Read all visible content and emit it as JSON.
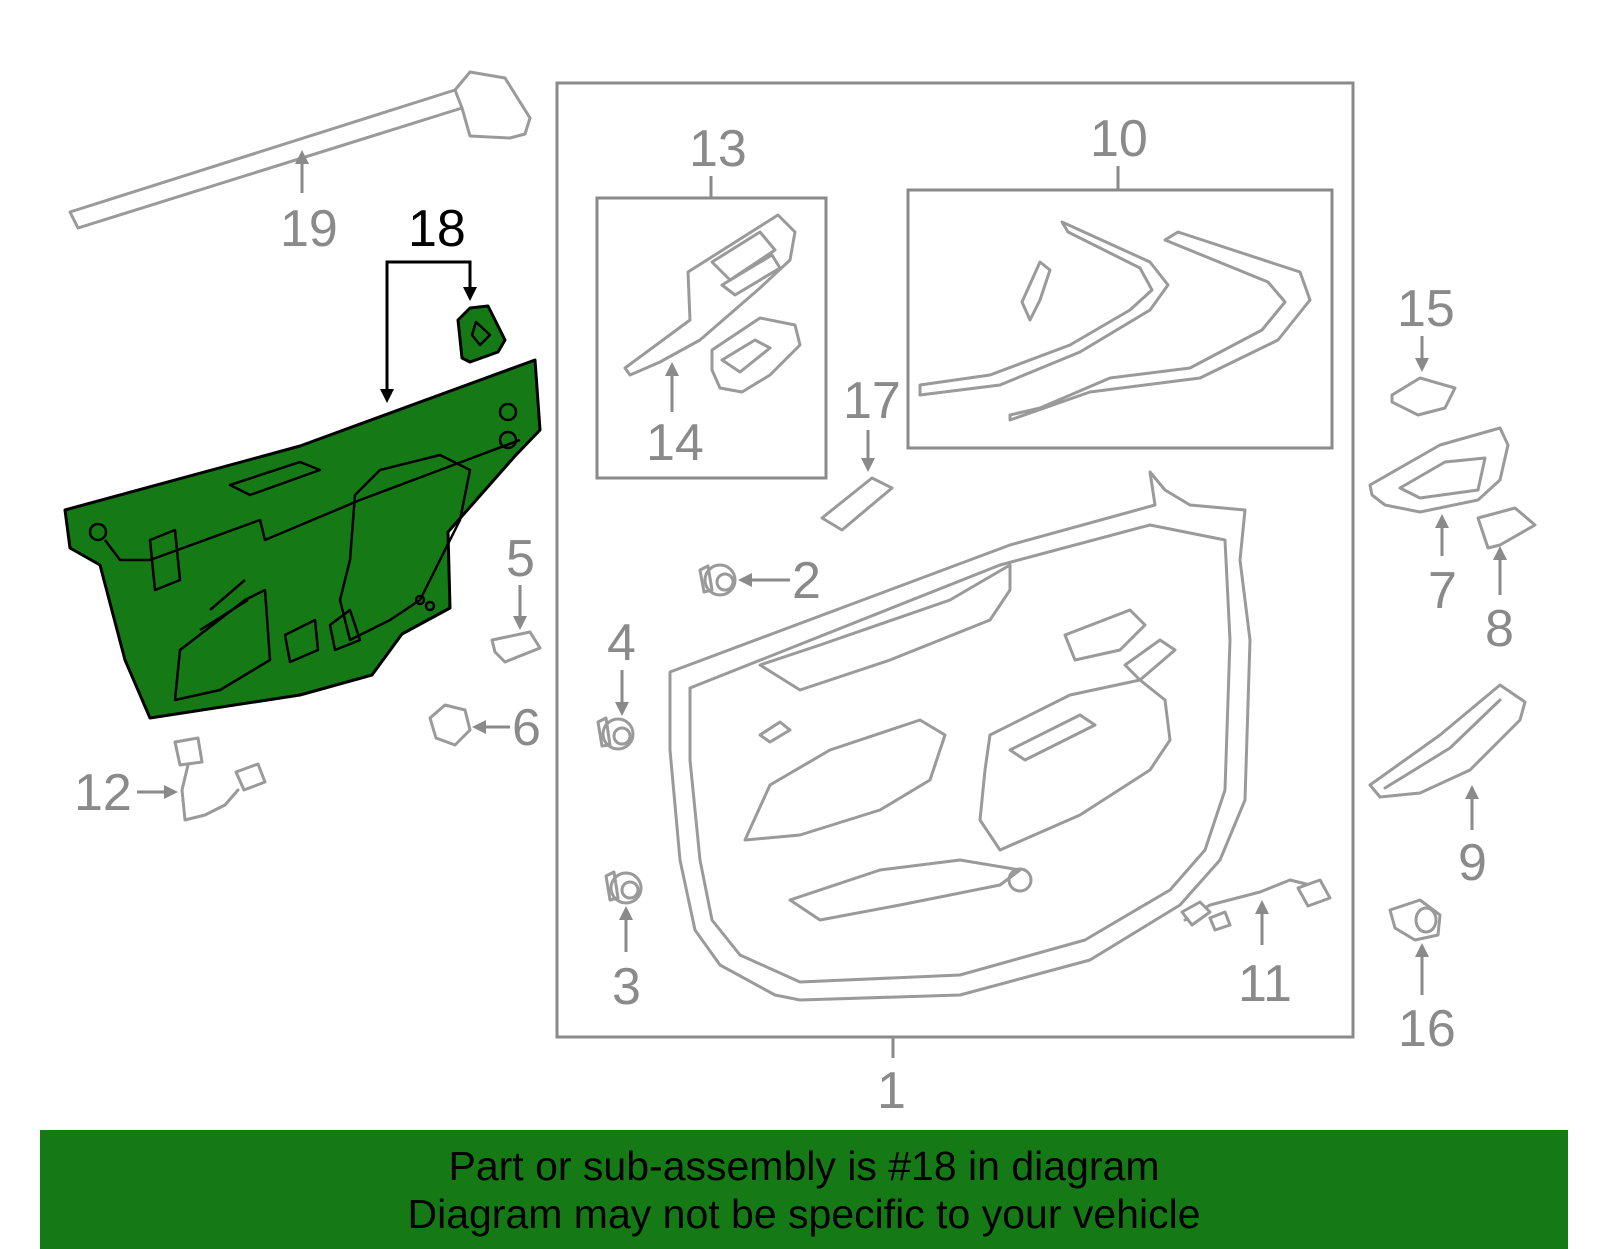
{
  "callouts": {
    "c1": "1",
    "c2": "2",
    "c3": "3",
    "c4": "4",
    "c5": "5",
    "c6": "6",
    "c7": "7",
    "c8": "8",
    "c9": "9",
    "c10": "10",
    "c11": "11",
    "c12": "12",
    "c13": "13",
    "c14": "14",
    "c15": "15",
    "c16": "16",
    "c17": "17",
    "c18": "18",
    "c19": "19"
  },
  "highlighted_part": "18",
  "highlight_color": "#157a15",
  "banner": {
    "line1": "Part or sub-assembly is #18 in diagram",
    "line2": "Diagram may not be specific to your vehicle",
    "background": "#157a15"
  }
}
